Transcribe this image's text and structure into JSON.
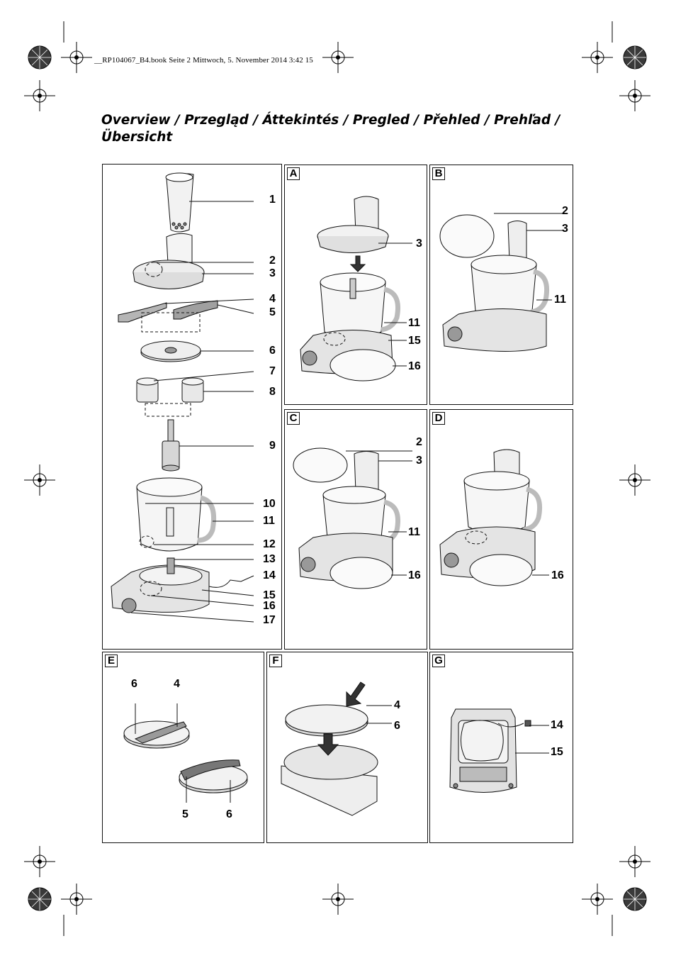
{
  "header": {
    "file_line": "__RP104067_B4.book  Seite 2  Mittwoch, 5. November 2014  3:42 15"
  },
  "title": {
    "line1": "Overview / Przegląd / Áttekintés / Pregled / Přehled / Prehľad /",
    "line2": "Übersicht"
  },
  "overview_panel": {
    "labels": [
      "1",
      "2",
      "3",
      "4",
      "5",
      "6",
      "7",
      "8",
      "9",
      "10",
      "11",
      "12",
      "13",
      "14",
      "15",
      "16",
      "17"
    ]
  },
  "panel_a": {
    "letter": "A",
    "labels": [
      "3",
      "11",
      "15",
      "16"
    ]
  },
  "panel_b": {
    "letter": "B",
    "labels": [
      "2",
      "3",
      "11"
    ]
  },
  "panel_c": {
    "letter": "C",
    "labels": [
      "2",
      "3",
      "11",
      "16"
    ]
  },
  "panel_d": {
    "letter": "D",
    "labels": [
      "16"
    ]
  },
  "panel_e": {
    "letter": "E",
    "labels": [
      "6",
      "4",
      "5",
      "6"
    ]
  },
  "panel_f": {
    "letter": "F",
    "labels": [
      "4",
      "6"
    ]
  },
  "panel_g": {
    "letter": "G",
    "labels": [
      "14",
      "15"
    ]
  },
  "colors": {
    "line": "#111111",
    "light_gray": "#d9d9d9",
    "mid_gray": "#a8a8a8",
    "dark_gray": "#6e6e6e"
  }
}
